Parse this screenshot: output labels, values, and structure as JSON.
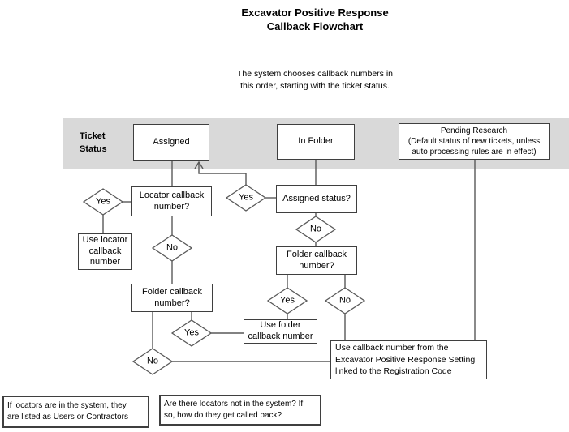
{
  "title": {
    "line1": "Excavator Positive Response",
    "line2": "Callback Flowchart"
  },
  "subtitle": "The system chooses callback numbers in\nthis order, starting with the ticket status.",
  "banner": {
    "label": "Ticket\nStatus"
  },
  "status_row": {
    "assigned": "Assigned",
    "in_folder": "In Folder",
    "pending": "Pending Research\n(Default status of new tickets, unless\nauto processing rules are in effect)"
  },
  "nodes": {
    "locator_callback": "Locator callback\nnumber?",
    "use_locator": "Use locator\ncallback\nnumber",
    "assigned_status": "Assigned status?",
    "folder_callback_right": "Folder callback\nnumber?",
    "folder_callback_left": "Folder callback\nnumber?",
    "use_folder": "Use folder\ncallback number",
    "use_eps_callback": "Use callback number from the\nExcavator Positive Response Setting\nlinked to the Registration Code"
  },
  "labels": {
    "yes": "Yes",
    "no": "No"
  },
  "notes": {
    "locators_in_system": "If locators are in the system, they\nare listed as Users or Contractors",
    "locators_not_in_system": "Are there locators not in the system? If\nso, how do they get called back?"
  },
  "colors": {
    "background": "#ffffff",
    "banner": "#d9d9d9",
    "box_border": "#3f3f3f",
    "connector": "#595959",
    "text": "#000000"
  }
}
